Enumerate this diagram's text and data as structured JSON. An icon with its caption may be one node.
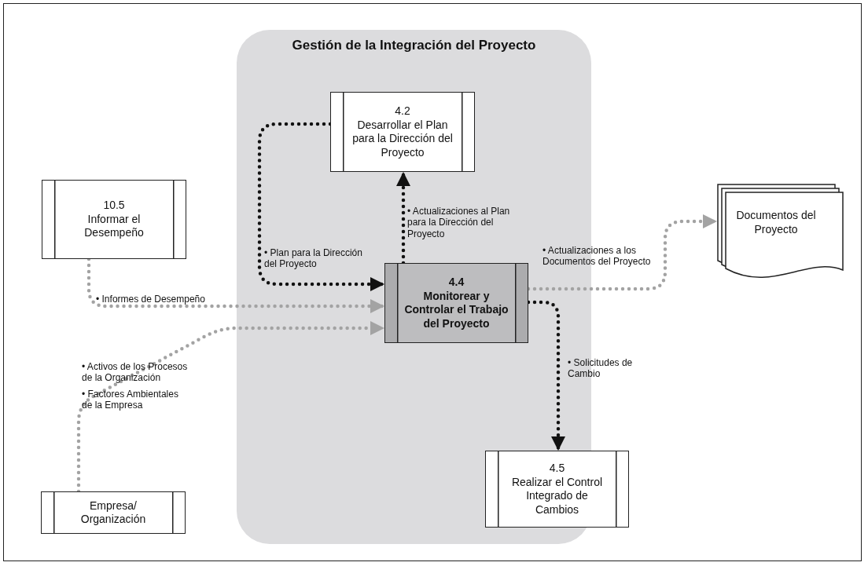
{
  "diagram": {
    "nodes": [
      {
        "text": [
          "Gestión de la Integración del Proyecto"
        ]
      },
      {
        "text": [
          "4.2",
          "Desarrollar el Plan para la Dirección del Proyecto"
        ],
        "in": 0
      },
      {
        "text": [
          "10.5",
          "Informar el Desempeño"
        ]
      },
      {
        "text": [
          "4.4",
          "Monitorear y Controlar el Trabajo del Proyecto"
        ],
        "in": 0
      },
      {
        "text": [
          "Documentos del Proyecto"
        ]
      },
      {
        "text": [
          "Empresa/ Organización"
        ]
      },
      {
        "text": [
          "4.5",
          "Realizar el Control Integrado de Cambios"
        ]
      }
    ],
    "edges": [
      {
        "from": 1,
        "to": 3,
        "arrow": "to",
        "label": "• Plan para la Dirección del Proyecto",
        "color": "#111111"
      },
      {
        "from": 3,
        "to": 1,
        "arrow": "to",
        "label": "• Actualizaciones al Plan para la Dirección del Proyecto",
        "color": "#111111"
      },
      {
        "from": 2,
        "to": 3,
        "arrow": "to",
        "label": "• Informes de Desempeño",
        "color": "#a3a3a3"
      },
      {
        "from": 5,
        "to": 3,
        "arrow": "to",
        "color": "#a3a3a3"
      },
      {
        "from": 3,
        "to": 4,
        "arrow": "to",
        "label": "• Actualizaciones a los Documentos del Proyecto",
        "color": "#a3a3a3"
      },
      {
        "from": 3,
        "to": 6,
        "arrow": "to",
        "label": "• Solicitudes de Cambio",
        "color": "#111111"
      }
    ],
    "labels": [
      "• Activos de los Procesos de la Organización",
      "• Factores Ambientales de la Empresa"
    ]
  }
}
